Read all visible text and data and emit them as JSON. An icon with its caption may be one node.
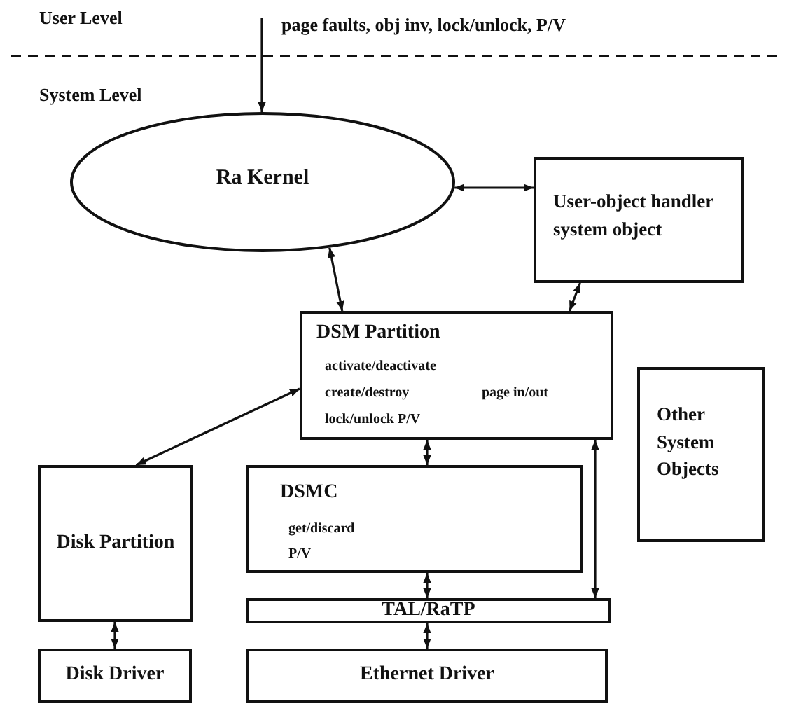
{
  "diagram": {
    "nodes": [
      {
        "text": [
          "Ra Kernel"
        ]
      },
      {
        "text": [
          "User-object handler system object"
        ]
      },
      {
        "text": [
          "DSM Partition",
          "activate/deactivate",
          "create/destroy",
          "page in/out",
          "lock/unlock P/V"
        ]
      },
      {
        "text": [
          "Other System Objects"
        ]
      },
      {
        "text": [
          "Disk Partition"
        ]
      },
      {
        "text": [
          "DSMC",
          "get/discard",
          "P/V"
        ]
      },
      {
        "text": [
          "TAL/RaTP"
        ]
      },
      {
        "text": [
          "Disk Driver"
        ]
      },
      {
        "text": [
          "Ethernet Driver"
        ]
      }
    ],
    "edges": [
      {
        "from": null,
        "to": 0,
        "arrow": "to",
        "label": "page faults, obj inv, lock/unlock, P/V"
      },
      {
        "from": 0,
        "to": 1,
        "arrow": "both"
      },
      {
        "from": 0,
        "to": 2,
        "arrow": "both"
      },
      {
        "from": 1,
        "to": 2,
        "arrow": "both"
      },
      {
        "from": 2,
        "to": 4,
        "arrow": "both"
      },
      {
        "from": 2,
        "to": 5,
        "arrow": "both"
      },
      {
        "from": 2,
        "to": 6,
        "arrow": "both"
      },
      {
        "from": 5,
        "to": 6,
        "arrow": "both"
      },
      {
        "from": 6,
        "to": 8,
        "arrow": "both"
      },
      {
        "from": 4,
        "to": 7,
        "arrow": "both"
      }
    ],
    "labels": [
      "User Level",
      "System Level"
    ]
  }
}
